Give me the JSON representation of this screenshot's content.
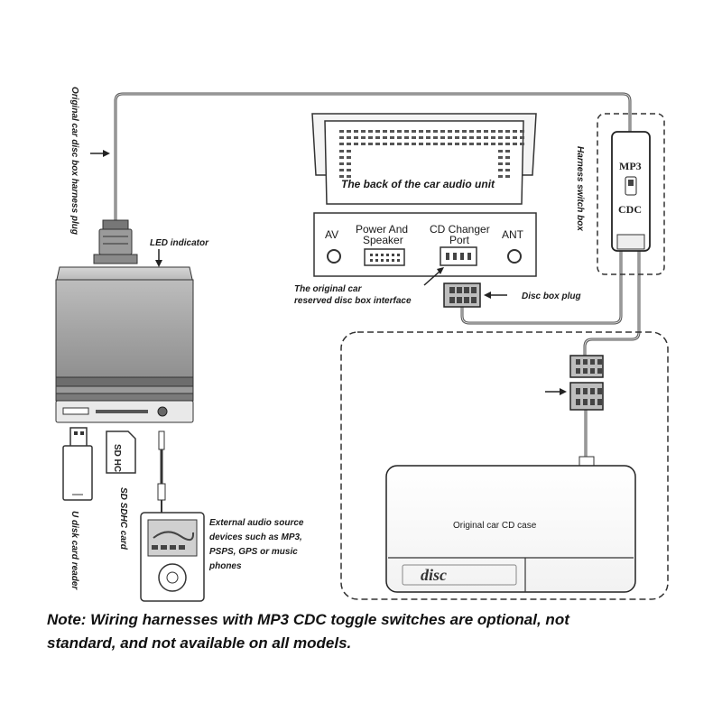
{
  "labels": {
    "harness_plug": "Original car disc box harness plug",
    "led_indicator": "LED indicator",
    "car_audio_back": "The back of the car audio unit",
    "port_av": "AV",
    "port_power_line1": "Power And",
    "port_power_line2": "Speaker",
    "port_cd_line1": "CD Changer",
    "port_cd_line2": "Port",
    "port_ant": "ANT",
    "reserved_interface_line1": "The original car",
    "reserved_interface_line2": "reserved disc box interface",
    "disc_box_plug": "Disc box plug",
    "harness_switch_box": "Harness switch box",
    "switch_mp3": "MP3",
    "switch_cdc": "CDC",
    "cd_case": "Original car CD case",
    "cd_logo": "disc",
    "usb_reader": "U disk card reader",
    "sd_card": "SD SDHC card",
    "sd_card_face": "SD HC",
    "external_source_line1": "External audio source",
    "external_source_line2": "devices such as MP3,",
    "external_source_line3": "PSPS, GPS or music",
    "external_source_line4": "phones"
  },
  "note": {
    "line1": "Note: Wiring harnesses with MP3 CDC toggle switches are optional, not",
    "line2": "standard, and not available on all models."
  }
}
